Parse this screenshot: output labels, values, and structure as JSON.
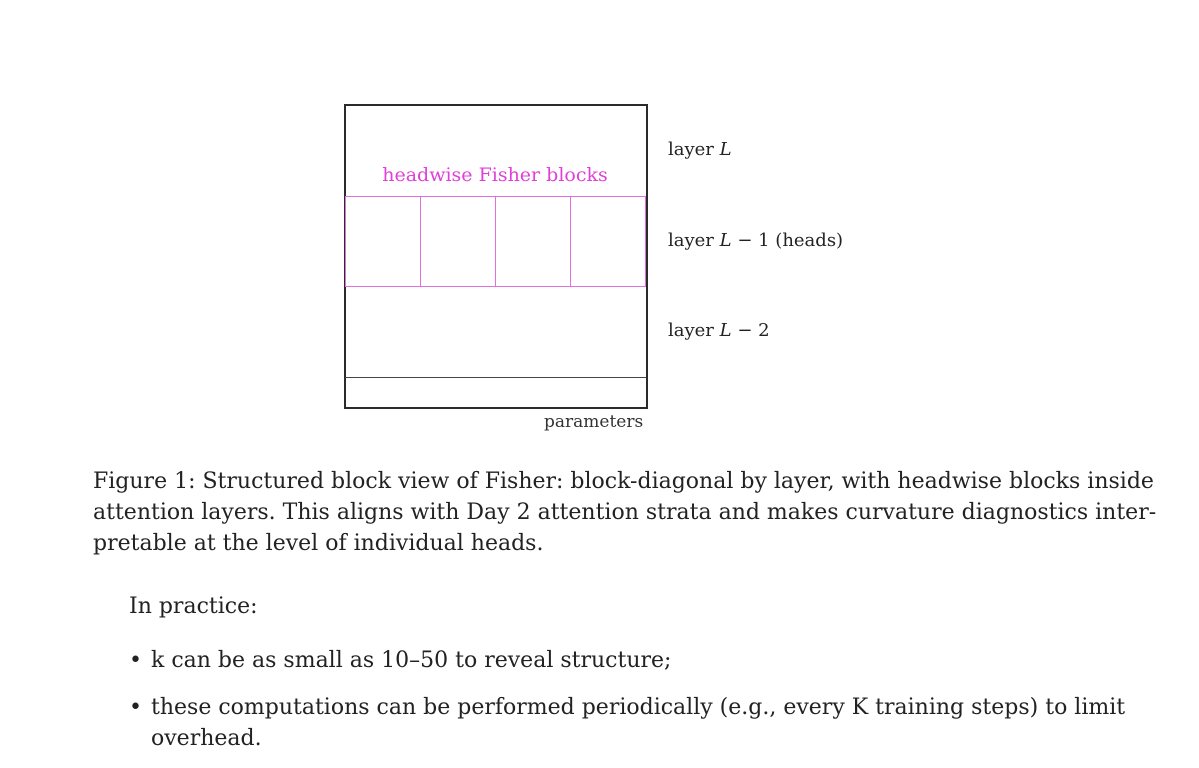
{
  "figure": {
    "inner_label": "headwise Fisher blocks",
    "layer_labels": [
      "layer L",
      "layer L − 1 (heads)",
      "layer L − 2"
    ],
    "axis_label": "parameters",
    "head_count": 4,
    "colors": {
      "frame": "#2b2b2b",
      "heads": "#e070dc",
      "label": "#e040d8"
    }
  },
  "caption": {
    "lines": [
      "Figure 1: Structured block view of Fisher: block-diagonal by layer, with headwise blocks inside",
      "attention layers. This aligns with Day 2 attention strata and makes curvature diagnostics inter-",
      "pretable at the level of individual heads."
    ]
  },
  "body": {
    "intro": "In practice:",
    "bullets": [
      {
        "lines": [
          "k can be as small as 10–50 to reveal structure;"
        ]
      },
      {
        "lines": [
          "these computations can be performed periodically (e.g., every K training steps) to limit",
          "overhead."
        ]
      }
    ],
    "bullet_symbol": "•"
  }
}
